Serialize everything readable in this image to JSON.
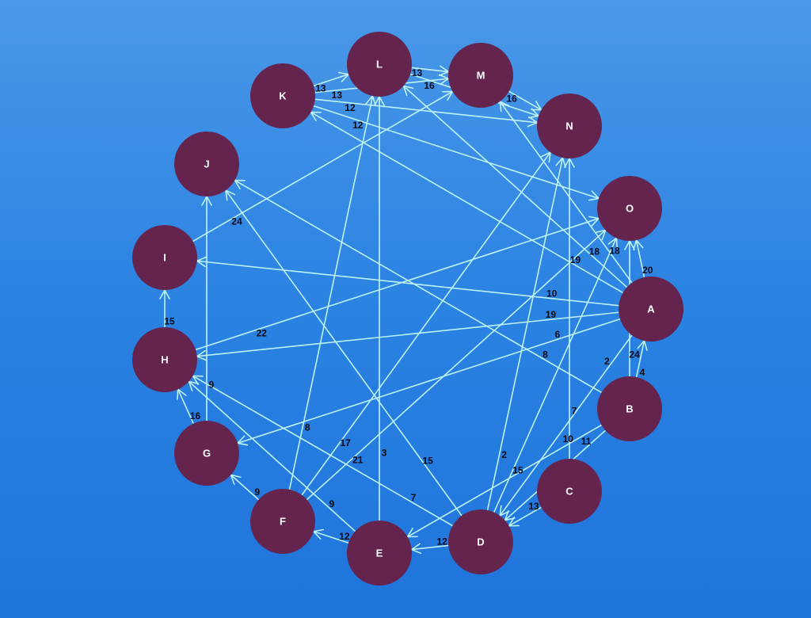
{
  "nodes": [
    {
      "id": "A",
      "label": "A"
    },
    {
      "id": "B",
      "label": "B"
    },
    {
      "id": "C",
      "label": "C"
    },
    {
      "id": "D",
      "label": "D"
    },
    {
      "id": "E",
      "label": "E"
    },
    {
      "id": "F",
      "label": "F"
    },
    {
      "id": "G",
      "label": "G"
    },
    {
      "id": "H",
      "label": "H"
    },
    {
      "id": "I",
      "label": "I"
    },
    {
      "id": "J",
      "label": "J"
    },
    {
      "id": "K",
      "label": "K"
    },
    {
      "id": "L",
      "label": "L"
    },
    {
      "id": "M",
      "label": "M"
    },
    {
      "id": "N",
      "label": "N"
    },
    {
      "id": "O",
      "label": "O"
    }
  ],
  "edges": [
    {
      "from": "A",
      "to": "O",
      "weight": "20"
    },
    {
      "from": "A",
      "to": "L",
      "weight": "18"
    },
    {
      "from": "A",
      "to": "M",
      "weight": "18"
    },
    {
      "from": "A",
      "to": "K",
      "weight": "19"
    },
    {
      "from": "A",
      "to": "I",
      "weight": "10"
    },
    {
      "from": "A",
      "to": "H",
      "weight": "19"
    },
    {
      "from": "A",
      "to": "G",
      "weight": "6"
    },
    {
      "from": "A",
      "to": "D",
      "weight": "2"
    },
    {
      "from": "B",
      "to": "A",
      "weight": "4"
    },
    {
      "from": "B",
      "to": "O",
      "weight": "24"
    },
    {
      "from": "B",
      "to": "J",
      "weight": "8"
    },
    {
      "from": "B",
      "to": "E",
      "weight": "10"
    },
    {
      "from": "B",
      "to": "D",
      "weight": "11"
    },
    {
      "from": "C",
      "to": "N",
      "weight": "7"
    },
    {
      "from": "C",
      "to": "D",
      "weight": "13"
    },
    {
      "from": "D",
      "to": "N",
      "weight": "2"
    },
    {
      "from": "D",
      "to": "O",
      "weight": "15"
    },
    {
      "from": "D",
      "to": "J",
      "weight": "15"
    },
    {
      "from": "D",
      "to": "H",
      "weight": "7"
    },
    {
      "from": "D",
      "to": "E",
      "weight": "12"
    },
    {
      "from": "E",
      "to": "L",
      "weight": "3"
    },
    {
      "from": "E",
      "to": "H",
      "weight": "9"
    },
    {
      "from": "E",
      "to": "F",
      "weight": "12"
    },
    {
      "from": "F",
      "to": "L",
      "weight": "8"
    },
    {
      "from": "F",
      "to": "N",
      "weight": "17"
    },
    {
      "from": "F",
      "to": "O",
      "weight": "21"
    },
    {
      "from": "F",
      "to": "G",
      "weight": "9"
    },
    {
      "from": "G",
      "to": "J",
      "weight": "9"
    },
    {
      "from": "G",
      "to": "H",
      "weight": "16"
    },
    {
      "from": "H",
      "to": "I",
      "weight": "15"
    },
    {
      "from": "H",
      "to": "O",
      "weight": "22"
    },
    {
      "from": "I",
      "to": "M",
      "weight": "24"
    },
    {
      "from": "K",
      "to": "L",
      "weight": "13"
    },
    {
      "from": "K",
      "to": "M",
      "weight": "13"
    },
    {
      "from": "K",
      "to": "N",
      "weight": "12"
    },
    {
      "from": "K",
      "to": "O",
      "weight": "12"
    },
    {
      "from": "L",
      "to": "M",
      "weight": "13"
    },
    {
      "from": "L",
      "to": "N",
      "weight": "16"
    },
    {
      "from": "M",
      "to": "N",
      "weight": "16"
    }
  ]
}
